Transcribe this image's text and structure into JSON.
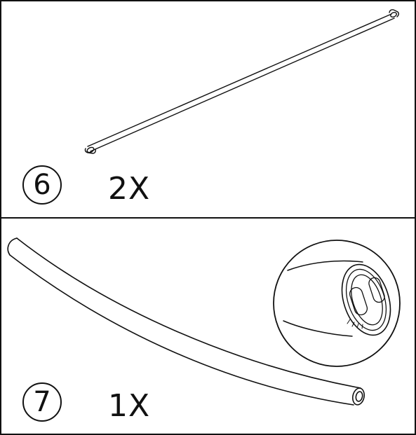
{
  "parts": [
    {
      "number": "6",
      "quantity": "2X",
      "part": "straight-tube"
    },
    {
      "number": "7",
      "quantity": "1X",
      "part": "curved-tube"
    }
  ],
  "colors": {
    "line": "#111111",
    "background": "#ffffff"
  }
}
